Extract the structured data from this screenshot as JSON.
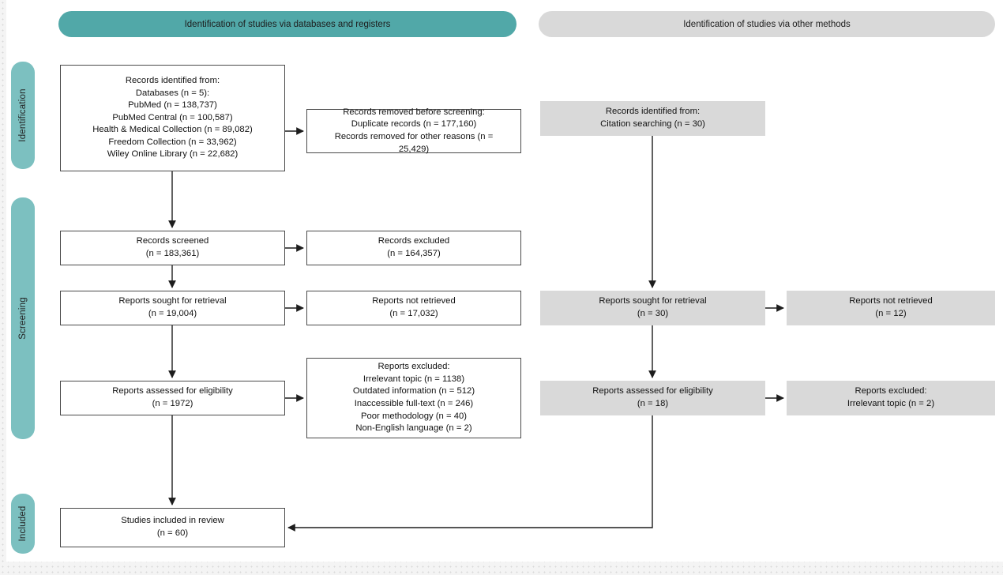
{
  "diagram": {
    "type": "prisma-flow-diagram",
    "stage_labels": [
      {
        "id": "identification",
        "text": "Identification"
      },
      {
        "id": "screening",
        "text": "Screening"
      },
      {
        "id": "included",
        "text": "Included"
      }
    ],
    "colors": {
      "stage_band": "#7cc0c0",
      "header_databases": "#51a8a8",
      "header_other": "#d9d9d9",
      "box_grey": "#d9d9d9",
      "box_border": "#4a4a4a",
      "canvas": "#ffffff",
      "page_background": "#f4f4f4"
    },
    "headers": {
      "databases": "Identification of studies via databases and registers",
      "other": "Identification of studies via other methods"
    },
    "left_column": {
      "identified": [
        "Records identified from:",
        "Databases (n = 5):",
        "PubMed (n = 138,737)",
        "PubMed Central (n = 100,587)",
        "Health & Medical Collection (n = 89,082)",
        "Freedom Collection (n = 33,962)",
        "Wiley Online Library (n = 22,682)"
      ],
      "removed_before_screening": [
        "Records removed before screening:",
        "Duplicate records (n = 177,160)",
        "Records removed for other reasons (n =",
        "25,429)"
      ],
      "records_screened": [
        "Records screened",
        "(n = 183,361)"
      ],
      "records_excluded": [
        "Records excluded",
        "(n = 164,357)"
      ],
      "reports_sought": [
        "Reports sought for retrieval",
        "(n = 19,004)"
      ],
      "reports_not_retrieved": [
        "Reports not retrieved",
        "(n = 17,032)"
      ],
      "reports_assessed": [
        "Reports assessed for eligibility",
        "(n = 1972)"
      ],
      "reports_excluded": [
        "Reports excluded:",
        "Irrelevant topic (n = 1138)",
        "Outdated information (n = 512)",
        "Inaccessible full-text (n = 246)",
        "Poor methodology (n = 40)",
        "Non-English language (n = 2)"
      ],
      "studies_included": [
        "Studies included in review",
        "(n = 60)"
      ]
    },
    "right_column": {
      "identified": [
        "Records identified from:",
        "Citation searching (n = 30)"
      ],
      "reports_sought": [
        "Reports sought for retrieval",
        "(n = 30)"
      ],
      "reports_not_retrieved": [
        "Reports not retrieved",
        "(n = 12)"
      ],
      "reports_assessed": [
        "Reports assessed for eligibility",
        "(n = 18)"
      ],
      "reports_excluded": [
        "Reports excluded:",
        "Irrelevant topic (n = 2)"
      ]
    }
  }
}
